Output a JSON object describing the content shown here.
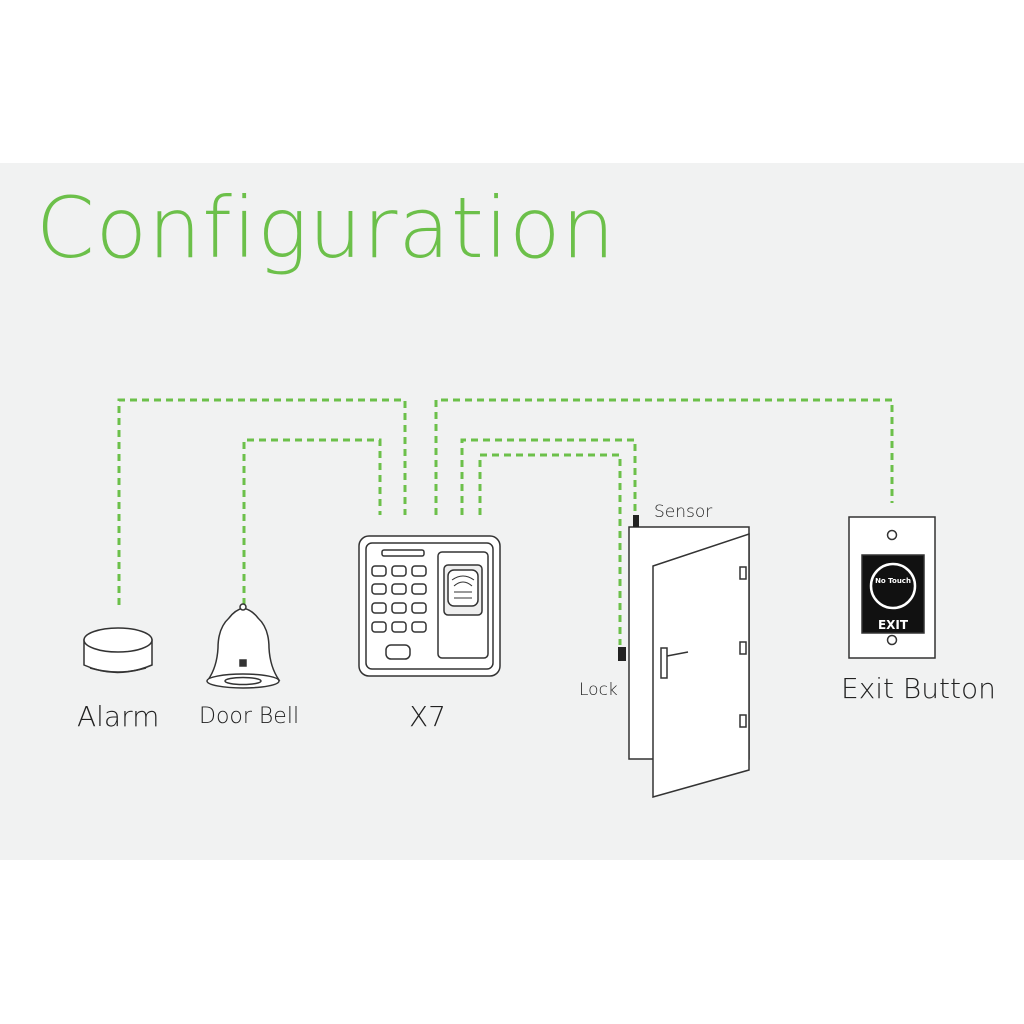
{
  "title": "Configuration",
  "labels": {
    "alarm": "Alarm",
    "door_bell": "Door Bell",
    "device": "X7",
    "lock": "Lock",
    "sensor": "Sensor",
    "exit_button": "Exit Button"
  },
  "exit_button_face": {
    "top_text": "No Touch",
    "bottom_text": "EXIT"
  },
  "colors": {
    "accent": "#6cc04a",
    "background_panel": "#f1f2f2",
    "line_art": "#333333"
  },
  "connections": [
    {
      "from": "X7",
      "to": "Alarm"
    },
    {
      "from": "X7",
      "to": "Door Bell"
    },
    {
      "from": "X7",
      "to": "Sensor"
    },
    {
      "from": "X7",
      "to": "Lock"
    },
    {
      "from": "X7",
      "to": "Exit Button"
    }
  ]
}
